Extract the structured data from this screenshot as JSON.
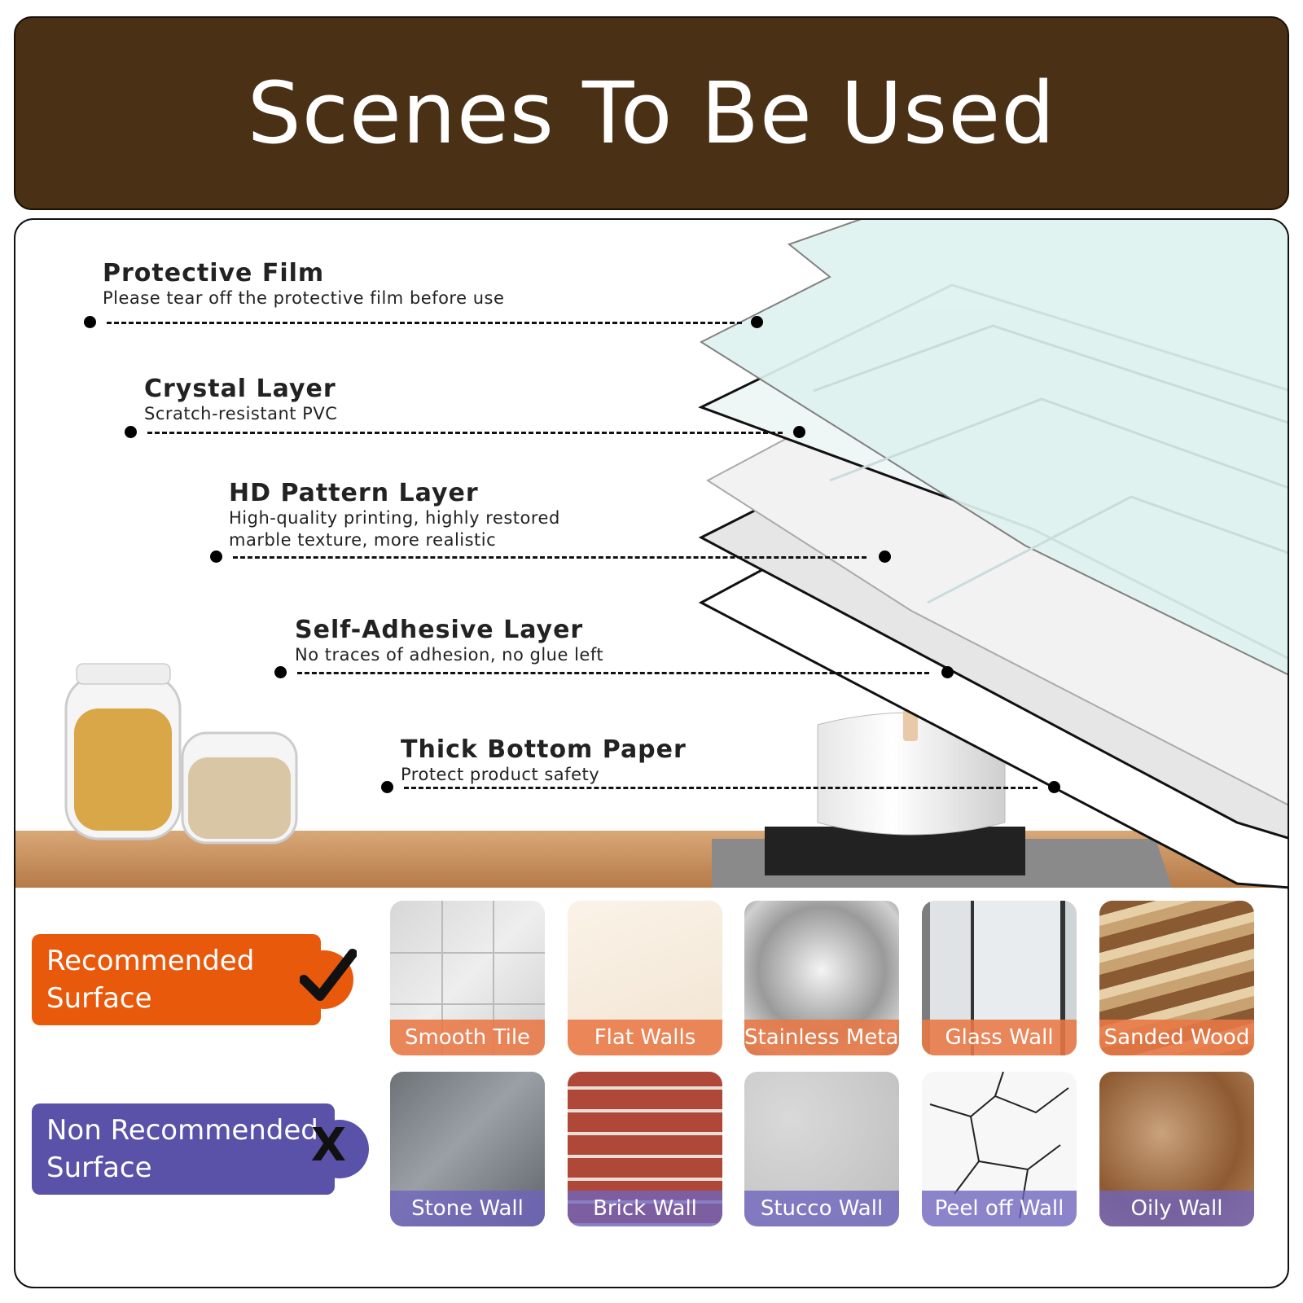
{
  "banner": {
    "title": "Scenes To Be Used"
  },
  "layers": [
    {
      "title": "Protective Film",
      "desc": [
        "Please tear off the protective film before use"
      ]
    },
    {
      "title": "Crystal Layer",
      "desc": [
        "Scratch-resistant PVC"
      ]
    },
    {
      "title": "HD Pattern Layer",
      "desc": [
        "High-quality printing, highly restored",
        "marble texture, more realistic"
      ]
    },
    {
      "title": "Self-Adhesive Layer",
      "desc": [
        "No traces of adhesion, no glue left"
      ]
    },
    {
      "title": "Thick Bottom Paper",
      "desc": [
        "Protect product safety"
      ]
    }
  ],
  "recommended": {
    "label_line1": "Recommended",
    "label_line2": "Surface",
    "mark": "check-icon",
    "color": "#e8590c",
    "surfaces": [
      "Smooth Tile",
      "Flat Walls",
      "Stainless Metal",
      "Glass Wall",
      "Sanded Wood"
    ]
  },
  "non_recommended": {
    "label_line1": "Non Recommended",
    "label_line2": "Surface",
    "mark": "X",
    "color": "#5a51a8",
    "surfaces": [
      "Stone Wall",
      "Brick Wall",
      "Stucco Wall",
      "Peel off Wall",
      "Oily Wall"
    ]
  },
  "colors": {
    "banner": "#4a3015",
    "counter": "#c68a55"
  }
}
